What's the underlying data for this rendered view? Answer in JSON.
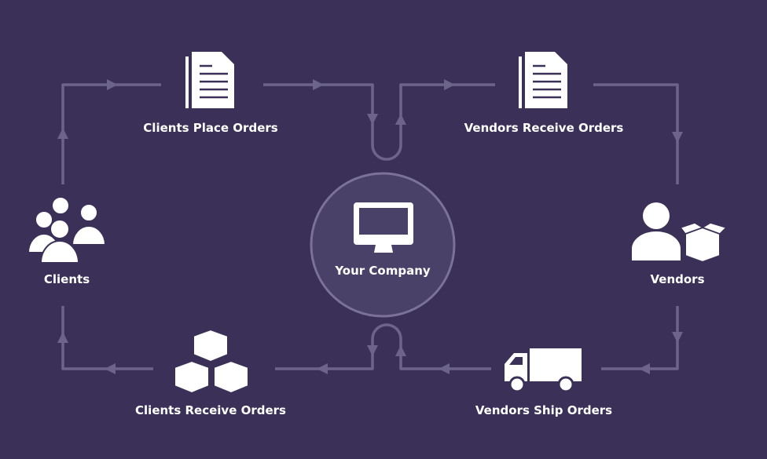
{
  "colors": {
    "background": "#3b3158",
    "connector": "#6c6589",
    "circle_fill": "#4a4169",
    "circle_stroke": "#7a7297",
    "icon": "#ffffff"
  },
  "nodes": {
    "center": {
      "label": "Your Company",
      "icon": "monitor-icon"
    },
    "clients": {
      "label": "Clients",
      "icon": "people-group-icon"
    },
    "clients_place_orders": {
      "label": "Clients Place Orders",
      "icon": "document-icon"
    },
    "vendors_receive_orders": {
      "label": "Vendors Receive Orders",
      "icon": "document-icon"
    },
    "vendors": {
      "label": "Vendors",
      "icon": "person-box-icon"
    },
    "vendors_ship_orders": {
      "label": "Vendors Ship Orders",
      "icon": "truck-icon"
    },
    "clients_receive_orders": {
      "label": "Clients Receive Orders",
      "icon": "boxes-icon"
    }
  }
}
